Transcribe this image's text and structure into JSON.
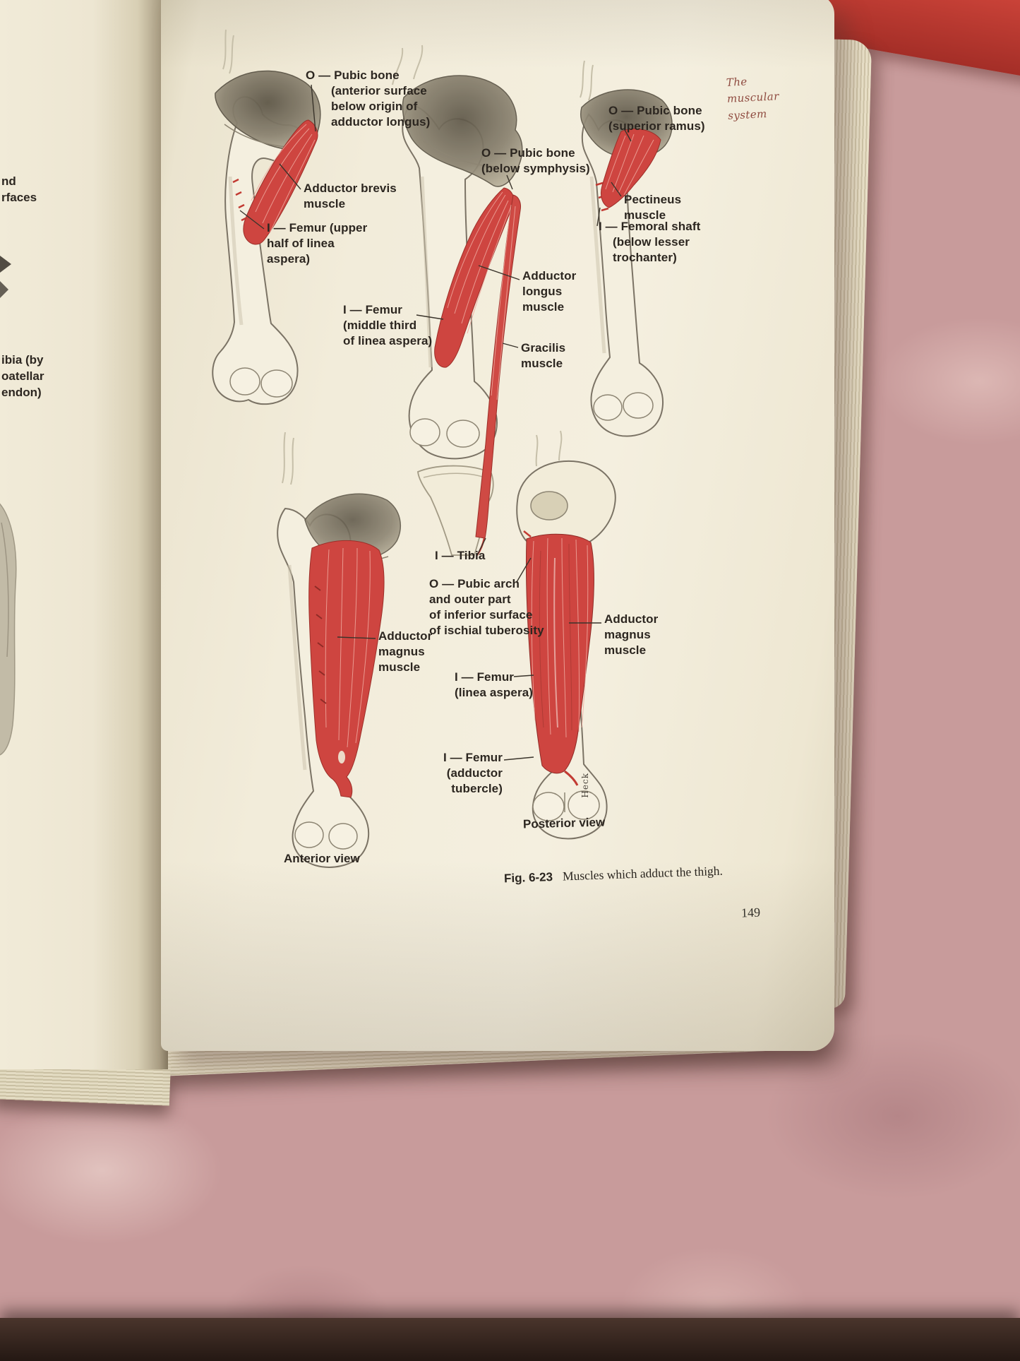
{
  "colors": {
    "muscle_red": "#ce4540",
    "page_cream": "#f0ead7",
    "cover_red": "#c23f35",
    "bone_outline": "#7b7365"
  },
  "running_head": "The\nmuscular\nsystem",
  "page_number": "149",
  "figure": {
    "id": "Fig. 6-23",
    "caption": "Muscles which adduct the thigh.",
    "artist_signature": "Heck"
  },
  "views": {
    "anterior": "Anterior view",
    "posterior": "Posterior view"
  },
  "labels": {
    "brevis_origin": "O — Pubic bone\n(anterior surface\nbelow origin of\nadductor longus)",
    "brevis_muscle": "Adductor brevis\nmuscle",
    "brevis_insertion": "I — Femur (upper\nhalf of linea\naspera)",
    "longus_origin": "O — Pubic bone\n(below symphysis)",
    "longus_muscle": "Adductor\nlongus\nmuscle",
    "longus_insertion": "I — Femur\n(middle third\nof linea aspera)",
    "gracilis_muscle": "Gracilis\nmuscle",
    "gracilis_insertion": "I — Tibia",
    "pectineus_origin": "O — Pubic bone\n(superior ramus)",
    "pectineus_muscle": "Pectineus\nmuscle",
    "pectineus_insertion": "I — Femoral shaft\n(below lesser\ntrochanter)",
    "magnus_origin": "O — Pubic arch\nand outer part\nof inferior surface\nof ischial tuberosity",
    "magnus_muscle_ant": "Adductor\nmagnus\nmuscle",
    "magnus_muscle_post": "Adductor\nmagnus\nmuscle",
    "magnus_insertion_linea": "I — Femur\n(linea aspera)",
    "magnus_insertion_tubercle": "I — Femur\n(adductor tubercle)"
  },
  "left_page_fragments": [
    "nd",
    "rfaces",
    "ibia (by",
    "oatellar",
    "endon)"
  ]
}
